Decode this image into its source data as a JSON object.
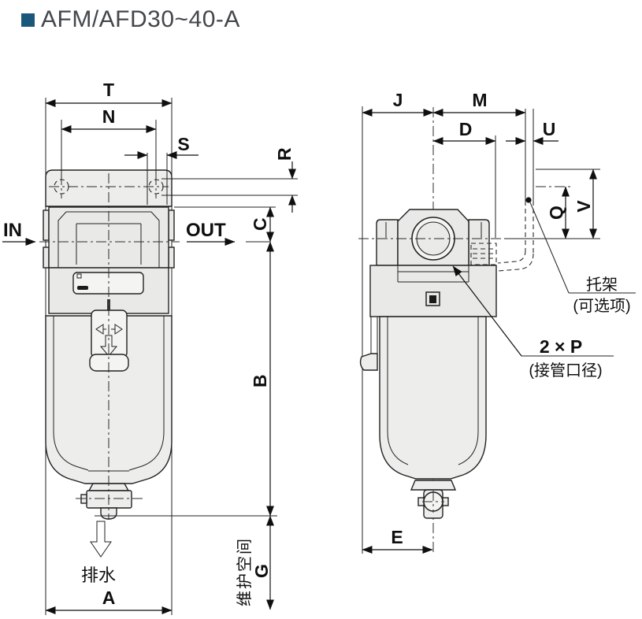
{
  "title": {
    "text": "AFM/AFD30~40-A"
  },
  "colors": {
    "bullet": "#1b577b",
    "line": "#222222",
    "body_fill": "#e9eae7"
  },
  "front_view": {
    "dims": {
      "T": "T",
      "N": "N",
      "S": "S",
      "R": "R",
      "C": "C",
      "B": "B",
      "A": "A",
      "G": "G"
    },
    "in_label": "IN",
    "out_label": "OUT",
    "drain_label": "排水",
    "maintenance_label": "维护空间"
  },
  "side_view": {
    "dims": {
      "J": "J",
      "M": "M",
      "D": "D",
      "U": "U",
      "Q": "Q",
      "V": "V",
      "E": "E"
    },
    "bracket_label": "托架",
    "bracket_note": "(可选项)",
    "port_label": "2 × P",
    "port_note": "(接管口径)"
  }
}
